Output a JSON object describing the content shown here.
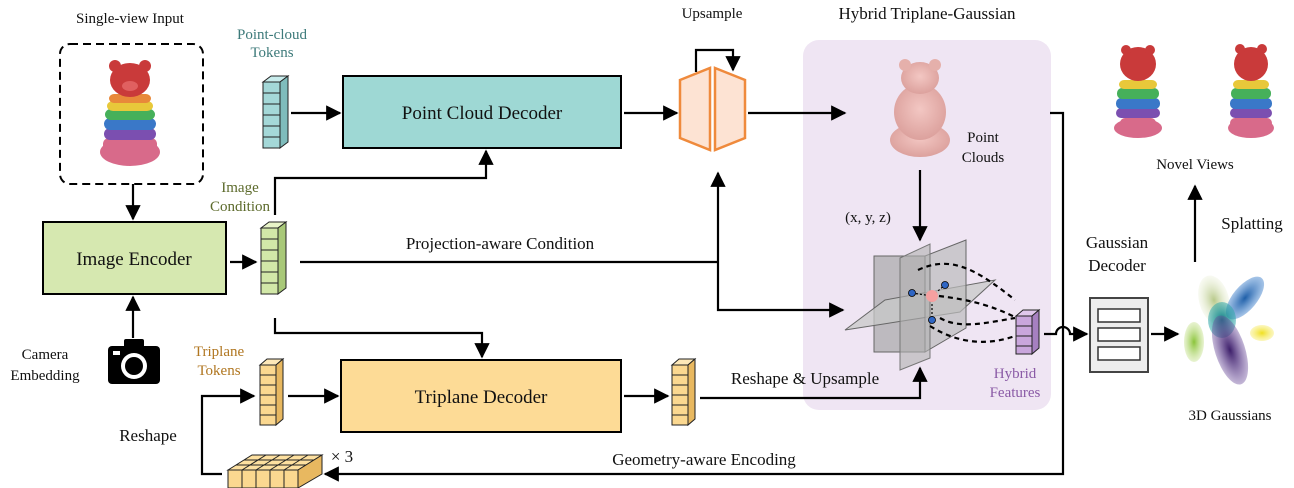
{
  "labels": {
    "single_view_input": "Single-view Input",
    "point_cloud_tokens_1": "Point-cloud",
    "point_cloud_tokens_2": "Tokens",
    "point_cloud_decoder": "Point Cloud Decoder",
    "upsample": "Upsample",
    "hybrid_triplane_gaussian": "Hybrid Triplane-Gaussian",
    "point_clouds_1": "Point",
    "point_clouds_2": "Clouds",
    "novel_views": "Novel Views",
    "image_condition_1": "Image",
    "image_condition_2": "Condition",
    "image_encoder": "Image Encoder",
    "projection_aware_condition": "Projection-aware Condition",
    "xyz": "(x, y, z)",
    "gaussian_decoder_1": "Gaussian",
    "gaussian_decoder_2": "Decoder",
    "splatting": "Splatting",
    "camera_embedding_1": "Camera",
    "camera_embedding_2": "Embedding",
    "triplane_tokens_1": "Triplane",
    "triplane_tokens_2": "Tokens",
    "triplane_decoder": "Triplane Decoder",
    "reshape_upsample": "Reshape & Upsample",
    "hybrid_features_1": "Hybrid",
    "hybrid_features_2": "Features",
    "reshape": "Reshape",
    "times_three": "× 3",
    "geometry_aware_encoding": "Geometry-aware  Encoding",
    "gaussians_3d": "3D Gaussians"
  },
  "colors": {
    "point_cloud_decoder_fill": "#9ed8d4",
    "image_encoder_fill": "#d6e8b0",
    "triplane_decoder_fill": "#fddb96",
    "hybrid_panel_fill": "#efe5f3",
    "upsample_stroke": "#ef8a3c",
    "upsample_fill": "#fde3d3",
    "token_teal": "#a4d8d8",
    "token_green": "#d2e8a8",
    "token_yellow": "#fbd890",
    "token_purple": "#c9a6dc"
  },
  "icons": [
    "camera-icon",
    "teddy-bear-image",
    "point-cloud-bear",
    "triplane-planes",
    "gaussian-blobs"
  ]
}
